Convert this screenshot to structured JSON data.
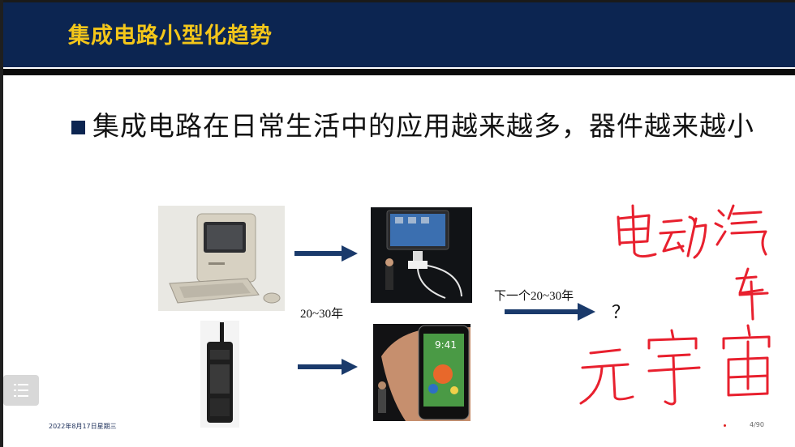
{
  "slide": {
    "title": "集成电路小型化趋势",
    "bullet": "集成电路在日常生活中的应用越来越多，器件越来越小",
    "labels": {
      "period": "20~30年",
      "next_period": "下一个20~30年",
      "unknown": "？"
    },
    "handwriting": [
      "电动汽车",
      "元宇宙"
    ],
    "footer_date": "2022年8月17日星期三",
    "page_number": "4/90"
  },
  "images": {
    "computer": "vintage-desktop-computer",
    "tablet": "tablet-presentation",
    "mobile_phone": "brick-mobile-phone",
    "smartphone": "smartphone-in-hand"
  },
  "colors": {
    "header_bg": "#0c2551",
    "title": "#f3c61a",
    "arrow": "#1a3a6b",
    "ink": "#e8202e"
  }
}
